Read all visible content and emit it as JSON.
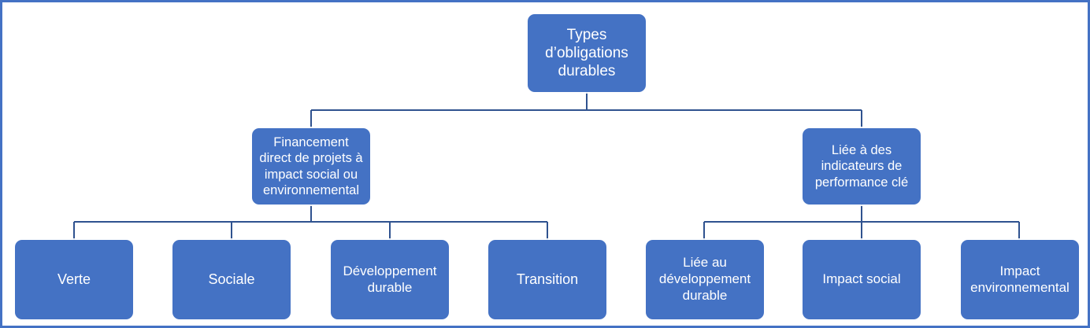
{
  "diagram": {
    "title": "Types d'obligations durables",
    "type": "tree-hierarchy",
    "orientation": "top-down",
    "colors": {
      "node_fill": "#4472C4",
      "node_text": "#FFFFFF",
      "connector": "#2F528F",
      "frame_border": "#4472C4",
      "background": "#FFFFFF"
    },
    "root": {
      "id": "root",
      "label": "Types\nd’obligations\ndurables"
    },
    "branches": [
      {
        "id": "branch-financement",
        "label": "Financement\ndirect de projets à\nimpact social ou\nenvironnemental",
        "children": [
          {
            "id": "leaf-verte",
            "label": "Verte"
          },
          {
            "id": "leaf-sociale",
            "label": "Sociale"
          },
          {
            "id": "leaf-developpement-durable",
            "label": "Développement\ndurable"
          },
          {
            "id": "leaf-transition",
            "label": "Transition"
          }
        ]
      },
      {
        "id": "branch-indicateurs",
        "label": "Liée à des\nindicateurs de\nperformance clé",
        "children": [
          {
            "id": "leaf-liee-developpement-durable",
            "label": "Liée au\ndéveloppement\ndurable"
          },
          {
            "id": "leaf-impact-social",
            "label": "Impact social"
          },
          {
            "id": "leaf-impact-environnemental",
            "label": "Impact\nenvironnemental"
          }
        ]
      }
    ]
  }
}
